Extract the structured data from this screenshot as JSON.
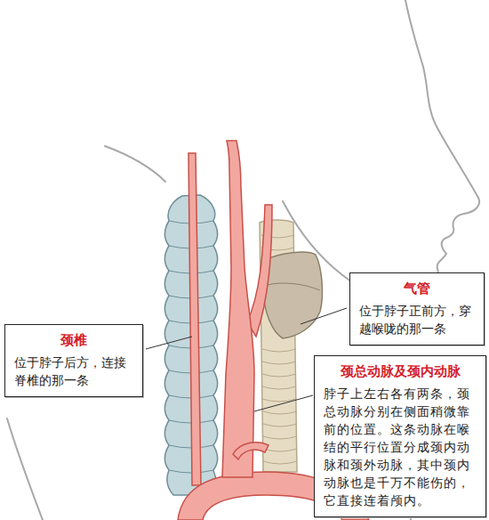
{
  "diagram": {
    "nodes": [
      {
        "text": [
          "气管",
          "位于脖子正前方，穿越喉咙的那一条"
        ]
      },
      {
        "text": [
          "颈椎",
          "位于脖子后方，连接脊椎的那一条"
        ]
      },
      {
        "text": [
          "颈总动脉及颈内动脉",
          "脖子上左右各有两条，颈总动脉分别在侧面稍微靠前的位置。这条动脉在喉结的平行位置分成颈内动脉和颈外动脉，其中颈内动脉也是千万不能伤的，它直接连着颅内。"
        ]
      }
    ]
  }
}
